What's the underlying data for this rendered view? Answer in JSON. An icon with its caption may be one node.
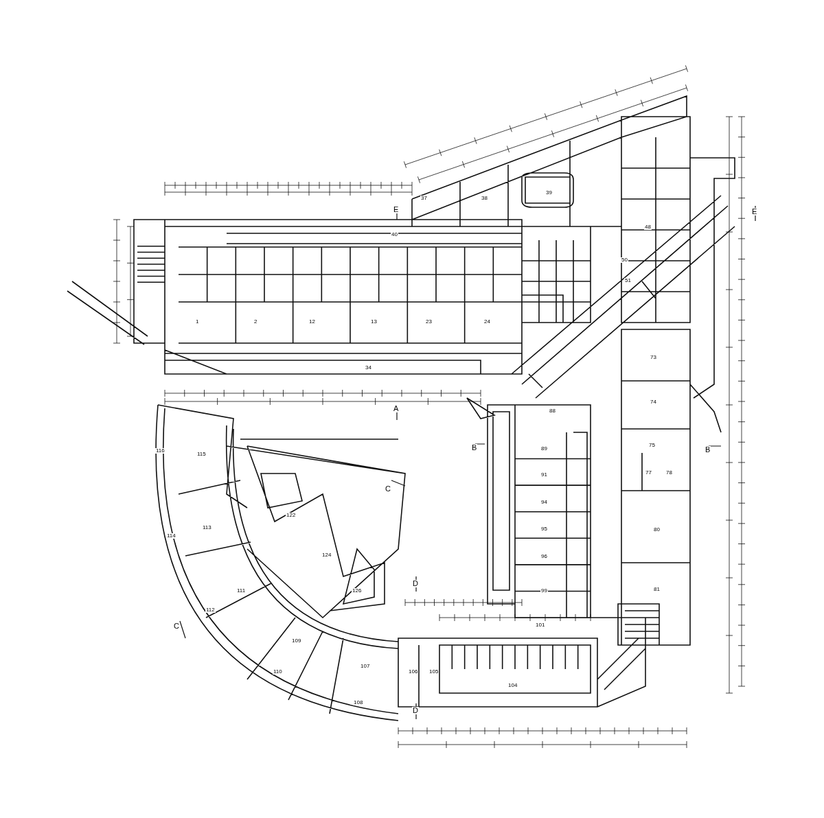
{
  "diagram": {
    "labels": [
      "E",
      "37",
      "38",
      "39",
      "40",
      "48",
      "50",
      "51",
      "E",
      "1",
      "2",
      "12",
      "13",
      "23",
      "24",
      "34",
      "73",
      "74",
      "A",
      "88",
      "75",
      "B",
      "B",
      "77",
      "78",
      "89",
      "116",
      "115",
      "91",
      "C",
      "94",
      "122",
      "113",
      "114",
      "95",
      "80",
      "96",
      "124",
      "D",
      "111",
      "126",
      "112",
      "81",
      "99",
      "101",
      "109",
      "110",
      "107",
      "106",
      "105",
      "104",
      "108",
      "D",
      "C"
    ]
  }
}
